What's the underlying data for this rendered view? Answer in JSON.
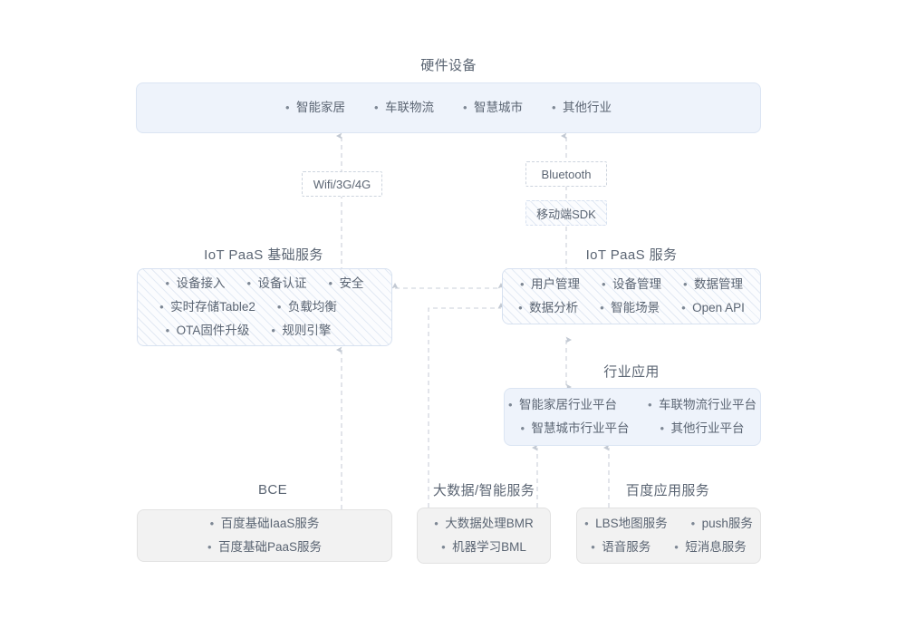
{
  "diagram": {
    "title_hardware": "硬件设备",
    "title_iot_paas_base": "IoT PaaS 基础服务",
    "title_iot_paas": "IoT PaaS 服务",
    "title_industry_app": "行业应用",
    "title_bce": "BCE",
    "title_bigdata": "大数据/智能服务",
    "title_baidu_app": "百度应用服务",
    "colors": {
      "blue_fill": "#eef3fb",
      "blue_border": "#dbe5f3",
      "gray_fill": "#f2f2f2",
      "gray_border": "#e2e2e2",
      "hatch_line": "#e3eaf4",
      "text": "#5b6573",
      "wire": "#c9cfd8"
    },
    "hardware": {
      "items": [
        "智能家居",
        "车联物流",
        "智慧城市",
        "其他行业"
      ]
    },
    "iot_paas_base": {
      "items": [
        "设备接入",
        "设备认证",
        "安全",
        "实时存储Table2",
        "负载均衡",
        "",
        "OTA固件升级",
        "规则引擎",
        ""
      ]
    },
    "iot_paas": {
      "items": [
        "用户管理",
        "设备管理",
        "数据管理",
        "数据分析",
        "智能场景",
        "Open API"
      ]
    },
    "industry_app": {
      "items": [
        "智能家居行业平台",
        "车联物流行业平台",
        "智慧城市行业平台",
        "其他行业平台"
      ]
    },
    "bce": {
      "items": [
        "百度基础IaaS服务",
        "百度基础PaaS服务"
      ]
    },
    "bigdata": {
      "items": [
        "大数据处理BMR",
        "机器学习BML"
      ]
    },
    "baidu_app": {
      "items": [
        "LBS地图服务",
        "push服务",
        "语音服务",
        "短消息服务"
      ]
    },
    "wire_labels": {
      "wifi": "Wifi/3G/4G",
      "bluetooth": "Bluetooth",
      "mobile_sdk": "移动端SDK"
    }
  }
}
